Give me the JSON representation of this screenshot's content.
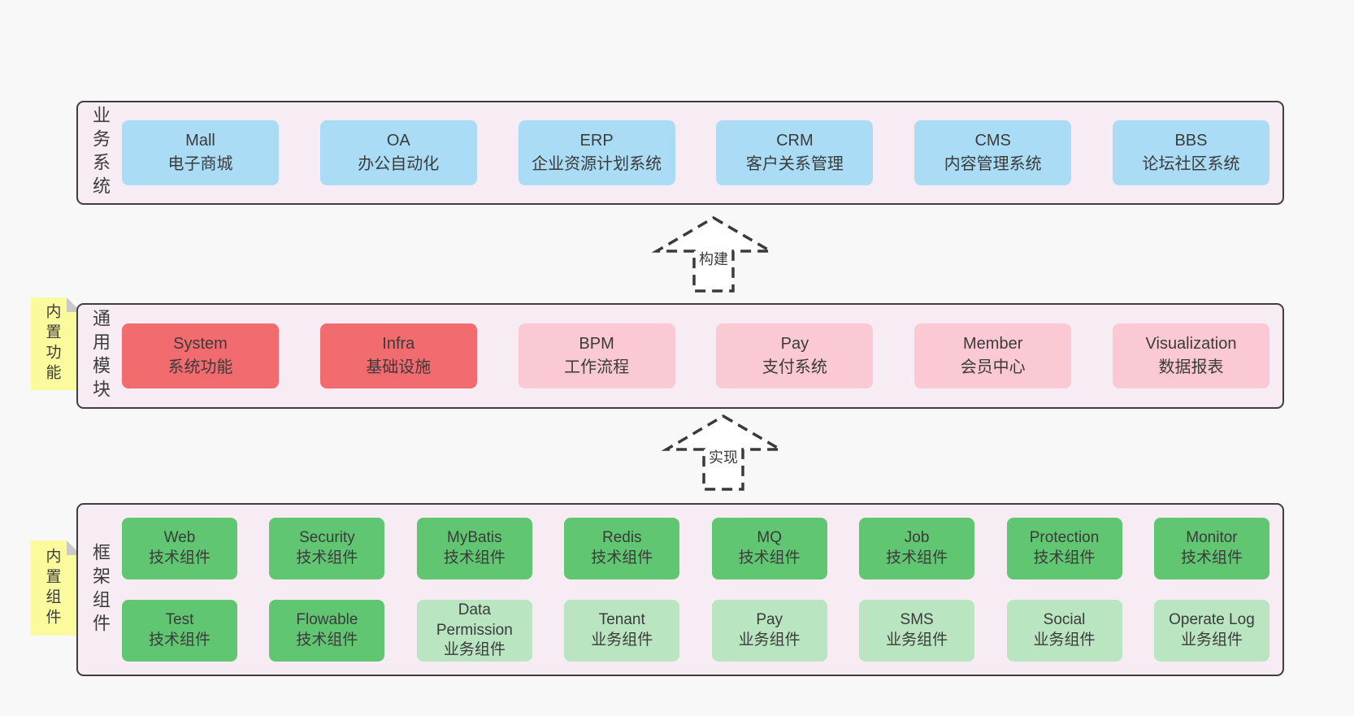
{
  "colors": {
    "page_bg": "#f8f8f8",
    "band_bg": "#f7ecf4",
    "band_border": "#3f3f3f",
    "box_text": "#3b3b3b",
    "blue": "#aadcf6",
    "red": "#f26b6e",
    "pink": "#fbc9d3",
    "green_dark": "#61c671",
    "green_light": "#b9e5c0",
    "sticky_bg": "#fbfb9e",
    "sticky_fold": "#c9c9c9",
    "arrow_stroke": "#3a3a3a"
  },
  "bands": [
    {
      "label": "业务系统",
      "boxes": [
        {
          "name": "Mall",
          "desc": "电子商城",
          "variant": "blue"
        },
        {
          "name": "OA",
          "desc": "办公自动化",
          "variant": "blue"
        },
        {
          "name": "ERP",
          "desc": "企业资源计划系统",
          "variant": "blue"
        },
        {
          "name": "CRM",
          "desc": "客户关系管理",
          "variant": "blue"
        },
        {
          "name": "CMS",
          "desc": "内容管理系统",
          "variant": "blue"
        },
        {
          "name": "BBS",
          "desc": "论坛社区系统",
          "variant": "blue"
        }
      ]
    },
    {
      "label": "通用模块",
      "sticky": "内置功能",
      "boxes": [
        {
          "name": "System",
          "desc": "系统功能",
          "variant": "red"
        },
        {
          "name": "Infra",
          "desc": "基础设施",
          "variant": "red"
        },
        {
          "name": "BPM",
          "desc": "工作流程",
          "variant": "pink"
        },
        {
          "name": "Pay",
          "desc": "支付系统",
          "variant": "pink"
        },
        {
          "name": "Member",
          "desc": "会员中心",
          "variant": "pink"
        },
        {
          "name": "Visualization",
          "desc": "数据报表",
          "variant": "pink"
        }
      ]
    },
    {
      "label": "框架组件",
      "sticky": "内置组件",
      "rows": [
        [
          {
            "name": "Web",
            "desc": "技术组件",
            "variant": "green-dark"
          },
          {
            "name": "Security",
            "desc": "技术组件",
            "variant": "green-dark"
          },
          {
            "name": "MyBatis",
            "desc": "技术组件",
            "variant": "green-dark"
          },
          {
            "name": "Redis",
            "desc": "技术组件",
            "variant": "green-dark"
          },
          {
            "name": "MQ",
            "desc": "技术组件",
            "variant": "green-dark"
          },
          {
            "name": "Job",
            "desc": "技术组件",
            "variant": "green-dark"
          },
          {
            "name": "Protection",
            "desc": "技术组件",
            "variant": "green-dark"
          },
          {
            "name": "Monitor",
            "desc": "技术组件",
            "variant": "green-dark"
          }
        ],
        [
          {
            "name": "Test",
            "desc": "技术组件",
            "variant": "green-dark"
          },
          {
            "name": "Flowable",
            "desc": "技术组件",
            "variant": "green-dark"
          },
          {
            "name": "Data Permission",
            "desc": "业务组件",
            "variant": "green-light"
          },
          {
            "name": "Tenant",
            "desc": "业务组件",
            "variant": "green-light"
          },
          {
            "name": "Pay",
            "desc": "业务组件",
            "variant": "green-light"
          },
          {
            "name": "SMS",
            "desc": "业务组件",
            "variant": "green-light"
          },
          {
            "name": "Social",
            "desc": "业务组件",
            "variant": "green-light"
          },
          {
            "name": "Operate Log",
            "desc": "业务组件",
            "variant": "green-light"
          }
        ]
      ]
    }
  ],
  "arrows": [
    {
      "label": "构建"
    },
    {
      "label": "实现"
    }
  ]
}
